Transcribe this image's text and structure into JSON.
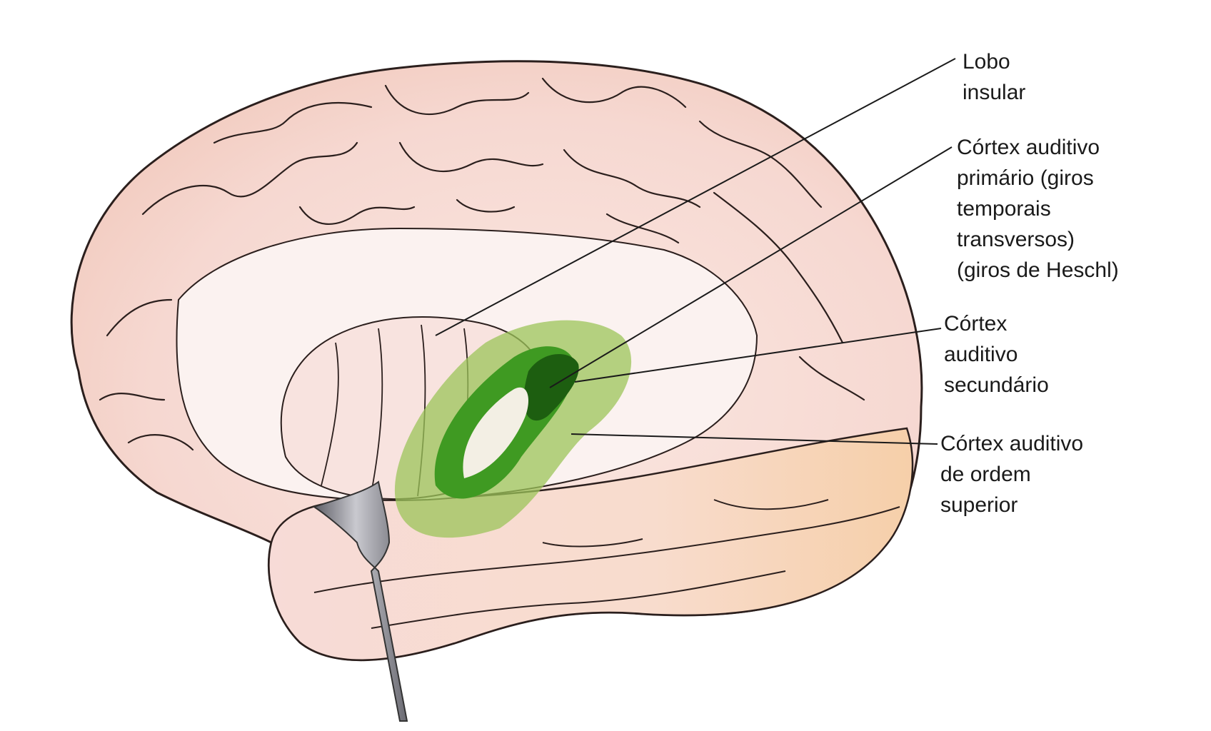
{
  "diagram": {
    "labels": [
      {
        "id": "lobo-insular",
        "lines": [
          "Lobo",
          "insular"
        ]
      },
      {
        "id": "cortex-auditivo-primario",
        "lines": [
          "Córtex auditivo",
          "primário (giros",
          "temporais",
          "transversos)",
          "(giros de Heschl)"
        ]
      },
      {
        "id": "cortex-auditivo-secundario",
        "lines": [
          "Córtex",
          "auditivo",
          "secundário"
        ]
      },
      {
        "id": "cortex-auditivo-ordem-superior",
        "lines": [
          "Córtex auditivo",
          "de ordem",
          "superior"
        ]
      }
    ],
    "colors": {
      "brain_fill": "#f7dcd6",
      "brain_outline": "#2b1f1d",
      "insula_fill": "#fbf2f0",
      "primary_green": "#1d5e10",
      "secondary_green": "#3f9a22",
      "higher_order_green": "#9cc45a",
      "retractor": "#8d8d94",
      "leader_line": "#1a1a1a"
    }
  }
}
